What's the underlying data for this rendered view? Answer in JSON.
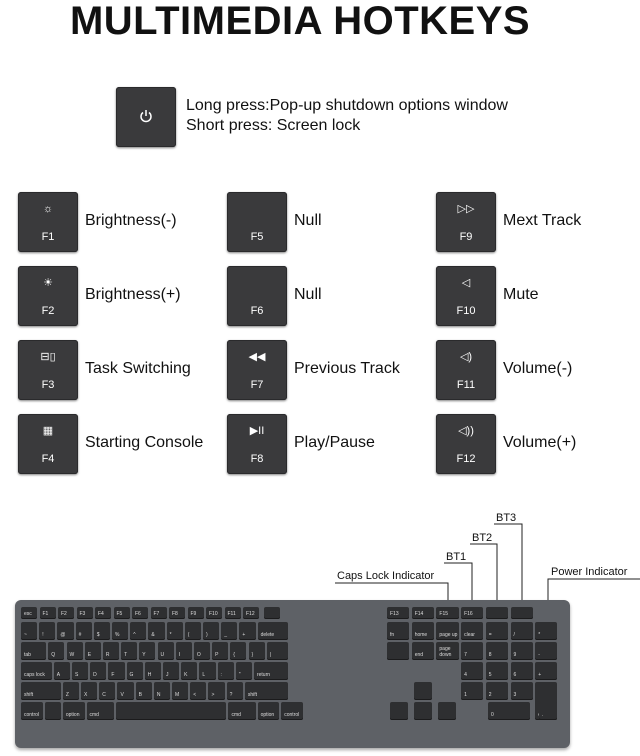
{
  "title": "MULTIMEDIA HOTKEYS",
  "power": {
    "icon": "power-icon",
    "line1": "Long press:Pop-up shutdown options window",
    "line2": "Short press: Screen lock"
  },
  "hotkeys": [
    {
      "fn": "F1",
      "icon": "brightness-down-icon",
      "glyph": "☼",
      "desc": "Brightness(-)"
    },
    {
      "fn": "F2",
      "icon": "brightness-up-icon",
      "glyph": "☀",
      "desc": "Brightness(+)"
    },
    {
      "fn": "F3",
      "icon": "task-switching-icon",
      "glyph": "⊟▯",
      "desc": "Task Switching"
    },
    {
      "fn": "F4",
      "icon": "console-icon",
      "glyph": "▦",
      "desc": "Starting Console"
    },
    {
      "fn": "F5",
      "icon": "",
      "glyph": "",
      "desc": "Null"
    },
    {
      "fn": "F6",
      "icon": "",
      "glyph": "",
      "desc": "Null"
    },
    {
      "fn": "F7",
      "icon": "previous-track-icon",
      "glyph": "◀◀",
      "desc": "Previous Track"
    },
    {
      "fn": "F8",
      "icon": "play-pause-icon",
      "glyph": "▶II",
      "desc": "Play/Pause"
    },
    {
      "fn": "F9",
      "icon": "next-track-icon",
      "glyph": "▷▷",
      "desc": "Mext Track"
    },
    {
      "fn": "F10",
      "icon": "mute-icon",
      "glyph": "◁",
      "desc": "Mute"
    },
    {
      "fn": "F11",
      "icon": "volume-down-icon",
      "glyph": "◁)",
      "desc": "Volume(-)"
    },
    {
      "fn": "F12",
      "icon": "volume-up-icon",
      "glyph": "◁))",
      "desc": "Volume(+)"
    }
  ],
  "indicators": {
    "caps": "Caps Lock Indicator",
    "bt1": "BT1",
    "bt2": "BT2",
    "bt3": "BT3",
    "power": "Power Indicator"
  },
  "keyboard": {
    "row0": [
      "esc",
      "F1",
      "F2",
      "F3",
      "F4",
      "F5",
      "F6",
      "F7",
      "F8",
      "F9",
      "F10",
      "F11",
      "F12",
      "",
      "F13",
      "F14",
      "F15",
      "F16",
      "",
      "",
      ""
    ],
    "row1": [
      "~",
      "!",
      "@",
      "#",
      "$",
      "%",
      "^",
      "&",
      "*",
      "(",
      ")",
      "_",
      "+",
      "delete",
      "fn",
      "home",
      "page up",
      "clear",
      "=",
      "/",
      "*"
    ],
    "row2": [
      "tab",
      "Q",
      "W",
      "E",
      "R",
      "T",
      "Y",
      "U",
      "I",
      "O",
      "P",
      "{",
      "}",
      "|",
      "",
      "end",
      "page down",
      "7",
      "8",
      "9",
      "-"
    ],
    "row3": [
      "caps lock",
      "A",
      "S",
      "D",
      "F",
      "G",
      "H",
      "J",
      "K",
      "L",
      ":",
      "\"",
      "return",
      "4",
      "5",
      "6",
      "+"
    ],
    "row4": [
      "shift",
      "Z",
      "X",
      "C",
      "V",
      "B",
      "N",
      "M",
      "<",
      ">",
      "?",
      "shift",
      "1",
      "2",
      "3",
      "enter"
    ],
    "row5": [
      "control",
      "",
      "option",
      "cmd",
      "",
      "cmd",
      "option",
      "control",
      "0",
      "."
    ]
  }
}
